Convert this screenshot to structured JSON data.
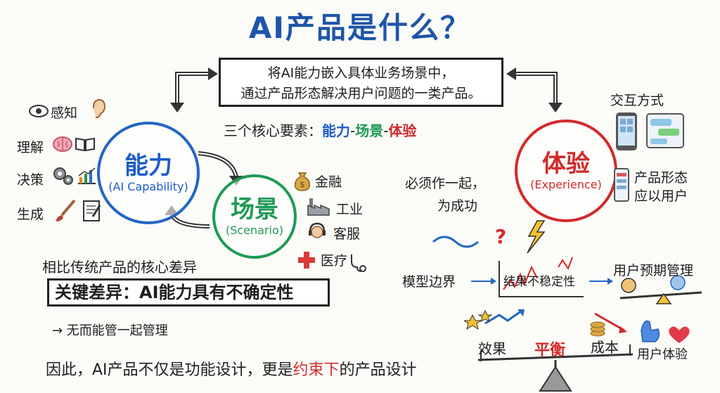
{
  "title": "AI产品是什么？",
  "definition": {
    "line1": "将AI能力嵌入具体业务场景中，",
    "line2": "通过产品形态解决用户问题的一类产品。"
  },
  "three_elements": {
    "prefix": "三个核心要素：",
    "ability": "能力",
    "dash1": "-",
    "scenario": "场景",
    "dash2": "-",
    "experience": "体验"
  },
  "ability": {
    "title": "能力",
    "subtitle": "(AI Capability)",
    "items": [
      "感知",
      "理解",
      "决策",
      "生成"
    ]
  },
  "scenario": {
    "title": "场景",
    "subtitle": "(Scenario)",
    "items": [
      "金融",
      "工业",
      "客服",
      "医疗"
    ]
  },
  "experience": {
    "title": "体验",
    "subtitle": "(Experience)",
    "interaction": "交互方式",
    "form_line1": "产品形态",
    "form_line2": "应以用户"
  },
  "together": {
    "line1": "必须作一起，",
    "line2": "为成功"
  },
  "diff": {
    "heading": "相比传统产品的核心差异",
    "key": "关键差异：AI能力具有不确定性",
    "arrow_text": "→ 无而能管一起管理"
  },
  "flow": {
    "model": "模型边界",
    "unstable": "结果不稳定性",
    "manage": "用户预期管理",
    "question": "?"
  },
  "balance": {
    "effect": "效果",
    "balance": "平衡",
    "cost": "成本",
    "ux": "用户体验"
  },
  "bottom": {
    "part1": "因此，AI产品不仅是功能设计，更是",
    "highlight": "约束下",
    "part2": "的产品设计"
  },
  "colors": {
    "title_blue": "#1e55a8",
    "ability_blue": "#1e5cc8",
    "scenario_green": "#1f9a55",
    "experience_red": "#d22a2a"
  }
}
